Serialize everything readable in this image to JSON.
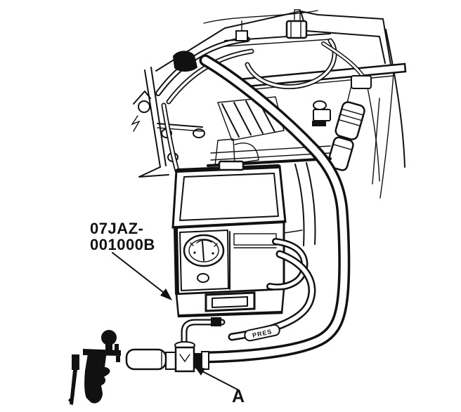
{
  "labels": {
    "part_number_line1": "07JAZ-",
    "part_number_line2": "001000B",
    "callout_a": "A",
    "hose_tag": "PRES"
  },
  "colors": {
    "ink": "#111111",
    "paper": "#ffffff"
  }
}
